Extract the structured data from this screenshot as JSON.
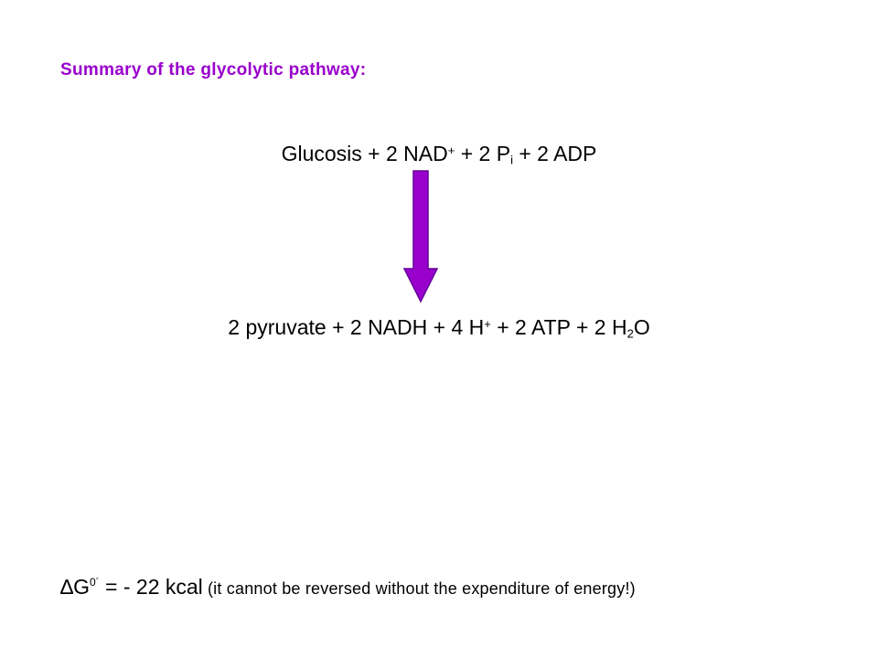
{
  "title": "Summary of the glycolytic pathway:",
  "reactants": {
    "glucose": "Glucosis + 2 NAD",
    "nad_charge": "+",
    "phosphate": " + 2 P",
    "phosphate_sub": "i",
    "adp": " + 2 ADP"
  },
  "products": {
    "part1": "2 pyruvate + 2 NADH + 4 H",
    "h_charge": "+",
    "part2": " + 2 ATP + 2 H",
    "water_sub": "2",
    "part3": "O"
  },
  "energy": {
    "symbol": "∆G",
    "superscript": "0´",
    "value": " = - 22 kcal",
    "note": " (it cannot be reversed without the expenditure of energy!)"
  },
  "colors": {
    "title": "#9900cc",
    "arrow_fill": "#9900cc",
    "arrow_stroke": "#660099"
  }
}
